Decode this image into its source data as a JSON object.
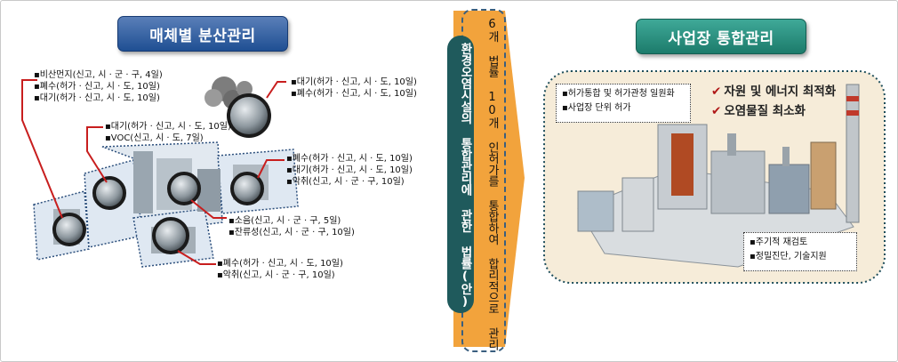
{
  "left": {
    "title": "매체별 분산관리",
    "groups": [
      {
        "items": [
          "▪비산먼지(신고, 시 · 군 · 구, 4일)",
          "▪폐수(허가 · 신고, 시 · 도, 10일)",
          "▪대기(허가 · 신고, 시 · 도, 10일)"
        ]
      },
      {
        "items": [
          "▪대기(허가 · 신고, 시 · 도, 10일)",
          "▪VOC(신고, 시 · 도, 7일)"
        ]
      },
      {
        "items": [
          "▪대기(허가 · 신고, 시 · 도, 10일)",
          "▪폐수(허가 · 신고, 시 · 도, 10일)"
        ]
      },
      {
        "items": [
          "▪폐수(허가 · 신고, 시 · 도, 10일)",
          "▪대기(허가 · 신고, 시 · 도, 10일)",
          "▪악취(신고, 시 · 군 · 구, 10일)"
        ]
      },
      {
        "items": [
          "▪소음(신고, 시 · 군 · 구, 5일)",
          "▪잔류성(신고, 시 · 군 · 구, 10일)"
        ]
      },
      {
        "items": [
          "▪폐수(허가 · 신고, 시 · 도, 10일)",
          "▪악취(신고, 시 · 군 · 구, 10일)"
        ]
      }
    ]
  },
  "middle": {
    "law_label": "환경오염시설의 통합관리에 관한 법률(안)",
    "arrow_text": "6개 법률 10개 인허가를 통합하여 합리적으로 관리",
    "colors": {
      "arrow": "#f2a33c",
      "pill": "#1f5a5c"
    }
  },
  "right": {
    "title": "사업장 통합관리",
    "box_top": [
      "▪허가통합 및 허가관청 일원화",
      "▪사업장 단위 허가"
    ],
    "checks": [
      "자원 및 에너지 최적화",
      "오염물질 최소화"
    ],
    "check_mark": "✔",
    "box_bottom": [
      "▪주기적 재검토",
      "▪정밀진단, 기술지원"
    ]
  }
}
